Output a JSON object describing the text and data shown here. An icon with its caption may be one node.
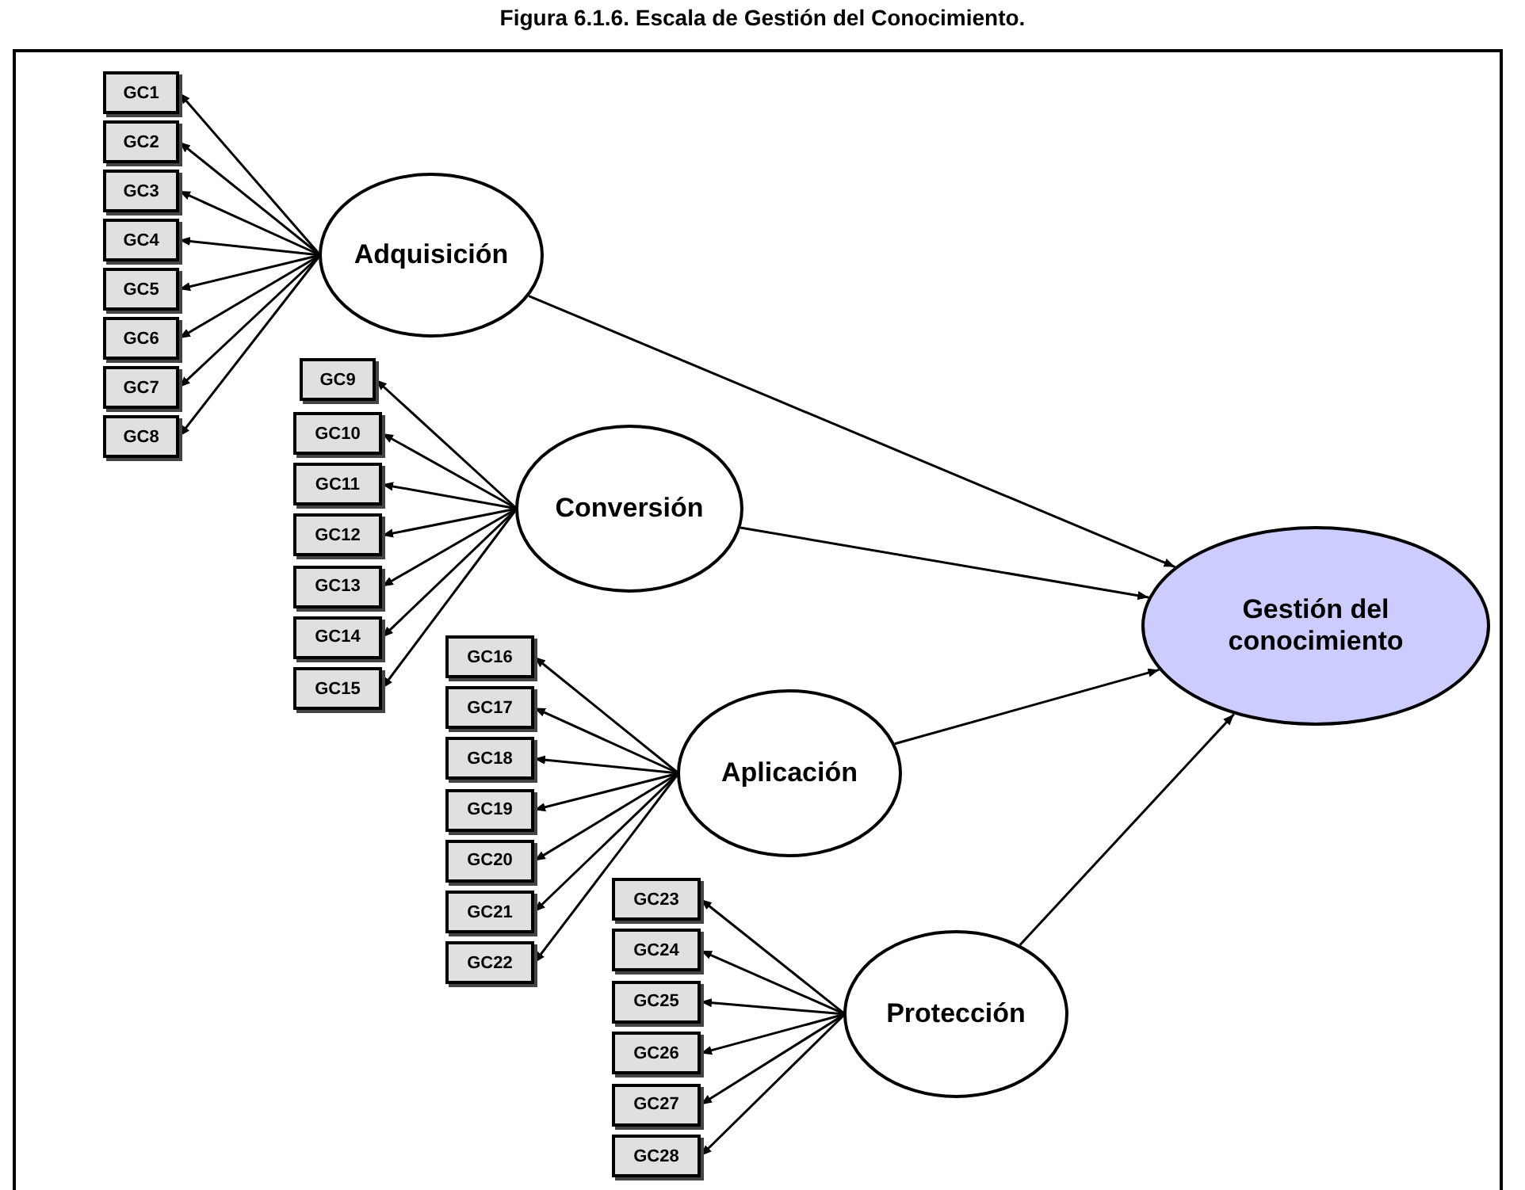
{
  "diagram": {
    "title": "Figura 6.1.6. Escala de Gestión del Conocimiento.",
    "nodes": [
      {
        "text": [
          "Adquisición"
        ]
      },
      {
        "text": [
          "GC1"
        ]
      },
      {
        "text": [
          "GC2"
        ]
      },
      {
        "text": [
          "GC3"
        ]
      },
      {
        "text": [
          "GC4"
        ]
      },
      {
        "text": [
          "GC5"
        ]
      },
      {
        "text": [
          "GC6"
        ]
      },
      {
        "text": [
          "GC7"
        ]
      },
      {
        "text": [
          "GC8"
        ]
      },
      {
        "text": [
          "Conversión"
        ]
      },
      {
        "text": [
          "GC9"
        ]
      },
      {
        "text": [
          "GC10"
        ]
      },
      {
        "text": [
          "GC11"
        ]
      },
      {
        "text": [
          "GC12"
        ]
      },
      {
        "text": [
          "GC13"
        ]
      },
      {
        "text": [
          "GC14"
        ]
      },
      {
        "text": [
          "GC15"
        ]
      },
      {
        "text": [
          "Aplicación"
        ]
      },
      {
        "text": [
          "GC16"
        ]
      },
      {
        "text": [
          "GC17"
        ]
      },
      {
        "text": [
          "GC18"
        ]
      },
      {
        "text": [
          "GC19"
        ]
      },
      {
        "text": [
          "GC20"
        ]
      },
      {
        "text": [
          "GC21"
        ]
      },
      {
        "text": [
          "GC22"
        ]
      },
      {
        "text": [
          "Protección"
        ]
      },
      {
        "text": [
          "GC23"
        ]
      },
      {
        "text": [
          "GC24"
        ]
      },
      {
        "text": [
          "GC25"
        ]
      },
      {
        "text": [
          "GC26"
        ]
      },
      {
        "text": [
          "GC27"
        ]
      },
      {
        "text": [
          "GC28"
        ]
      },
      {
        "text": [
          "Gestión del conocimiento"
        ]
      }
    ],
    "edges": [
      {
        "from": 0,
        "to": 1,
        "arrow": "to"
      },
      {
        "from": 0,
        "to": 2,
        "arrow": "to"
      },
      {
        "from": 0,
        "to": 3,
        "arrow": "to"
      },
      {
        "from": 0,
        "to": 4,
        "arrow": "to"
      },
      {
        "from": 0,
        "to": 5,
        "arrow": "to"
      },
      {
        "from": 0,
        "to": 6,
        "arrow": "to"
      },
      {
        "from": 0,
        "to": 7,
        "arrow": "to"
      },
      {
        "from": 0,
        "to": 8,
        "arrow": "to"
      },
      {
        "from": 9,
        "to": 10,
        "arrow": "to"
      },
      {
        "from": 9,
        "to": 11,
        "arrow": "to"
      },
      {
        "from": 9,
        "to": 12,
        "arrow": "to"
      },
      {
        "from": 9,
        "to": 13,
        "arrow": "to"
      },
      {
        "from": 9,
        "to": 14,
        "arrow": "to"
      },
      {
        "from": 9,
        "to": 15,
        "arrow": "to"
      },
      {
        "from": 9,
        "to": 16,
        "arrow": "to"
      },
      {
        "from": 17,
        "to": 18,
        "arrow": "to"
      },
      {
        "from": 17,
        "to": 19,
        "arrow": "to"
      },
      {
        "from": 17,
        "to": 20,
        "arrow": "to"
      },
      {
        "from": 17,
        "to": 21,
        "arrow": "to"
      },
      {
        "from": 17,
        "to": 22,
        "arrow": "to"
      },
      {
        "from": 17,
        "to": 23,
        "arrow": "to"
      },
      {
        "from": 17,
        "to": 24,
        "arrow": "to"
      },
      {
        "from": 25,
        "to": 26,
        "arrow": "to"
      },
      {
        "from": 25,
        "to": 27,
        "arrow": "to"
      },
      {
        "from": 25,
        "to": 28,
        "arrow": "to"
      },
      {
        "from": 25,
        "to": 29,
        "arrow": "to"
      },
      {
        "from": 25,
        "to": 30,
        "arrow": "to"
      },
      {
        "from": 25,
        "to": 31,
        "arrow": "to"
      },
      {
        "from": 0,
        "to": 32,
        "arrow": "to"
      },
      {
        "from": 9,
        "to": 32,
        "arrow": "to"
      },
      {
        "from": 17,
        "to": 32,
        "arrow": "to"
      },
      {
        "from": 25,
        "to": 32,
        "arrow": "to"
      }
    ]
  }
}
